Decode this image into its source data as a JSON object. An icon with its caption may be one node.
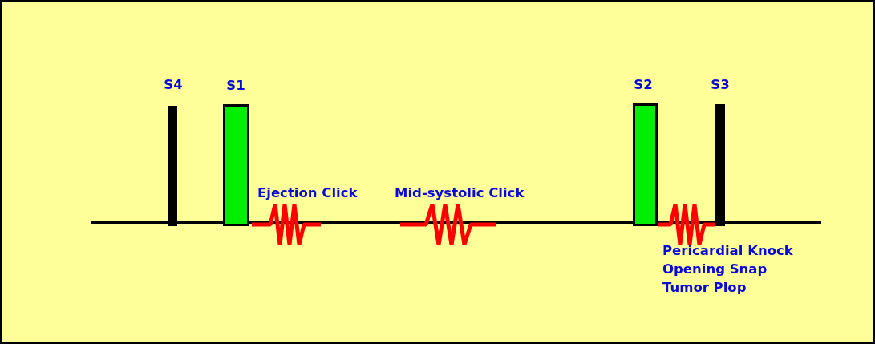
{
  "diagram": {
    "nodes": [
      {
        "text": [
          "S4"
        ]
      },
      {
        "text": [
          "S1"
        ]
      },
      {
        "text": [
          "Ejection Click"
        ]
      },
      {
        "text": [
          "Mid-systolic Click"
        ]
      },
      {
        "text": [
          "S2"
        ]
      },
      {
        "text": [
          "Pericardial Knock",
          "Opening Snap",
          "Tumor Plop"
        ]
      },
      {
        "text": [
          "S3"
        ]
      }
    ]
  }
}
